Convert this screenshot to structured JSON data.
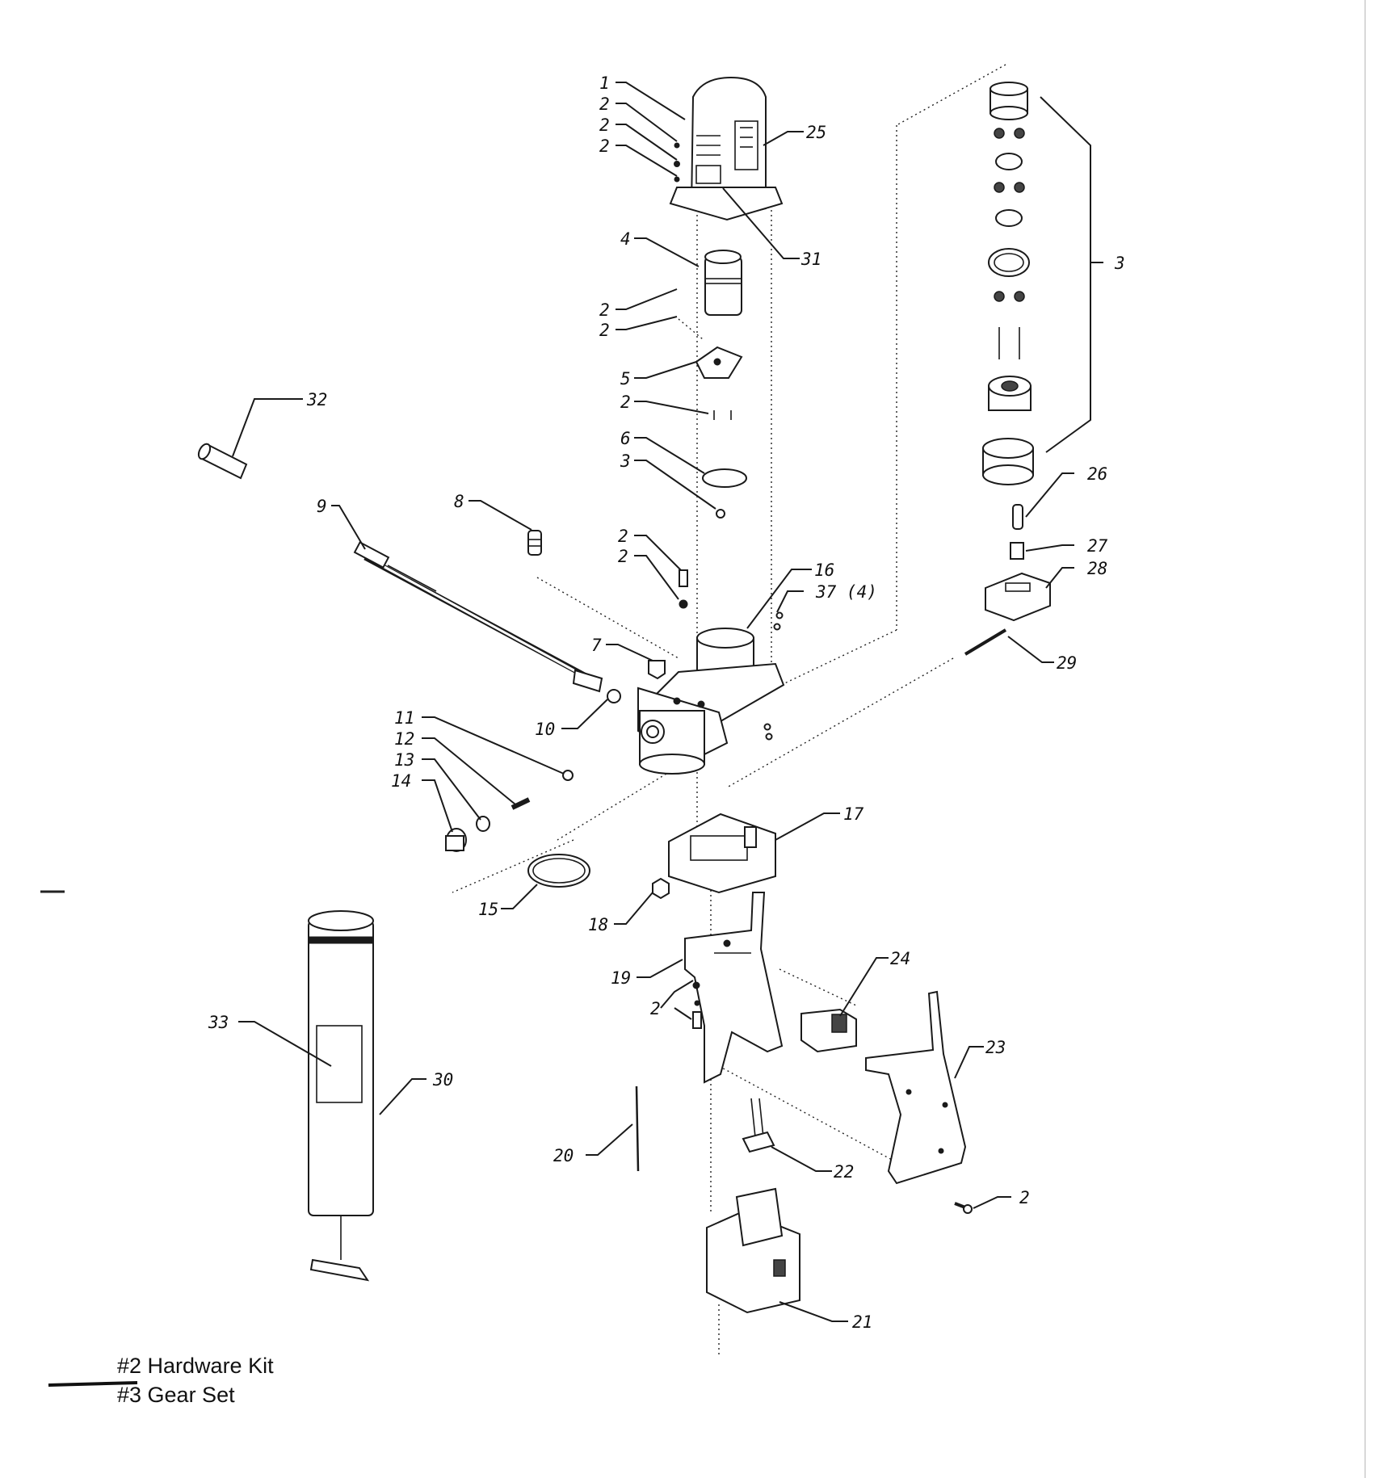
{
  "callouts": [
    "1",
    "2",
    "2",
    "2",
    "25",
    "31",
    "4",
    "2",
    "2",
    "5",
    "2",
    "6",
    "3",
    "2",
    "2",
    "16",
    "37 (4)",
    "7",
    "8",
    "9",
    "10",
    "11",
    "12",
    "13",
    "14",
    "15",
    "3",
    "26",
    "27",
    "28",
    "29",
    "32",
    "17",
    "18",
    "19",
    "2",
    "24",
    "23",
    "33",
    "30",
    "20",
    "22",
    "2",
    "21"
  ],
  "legend": {
    "hardware_kit": "#2 Hardware Kit",
    "gear_set": "#3 Gear Set"
  }
}
